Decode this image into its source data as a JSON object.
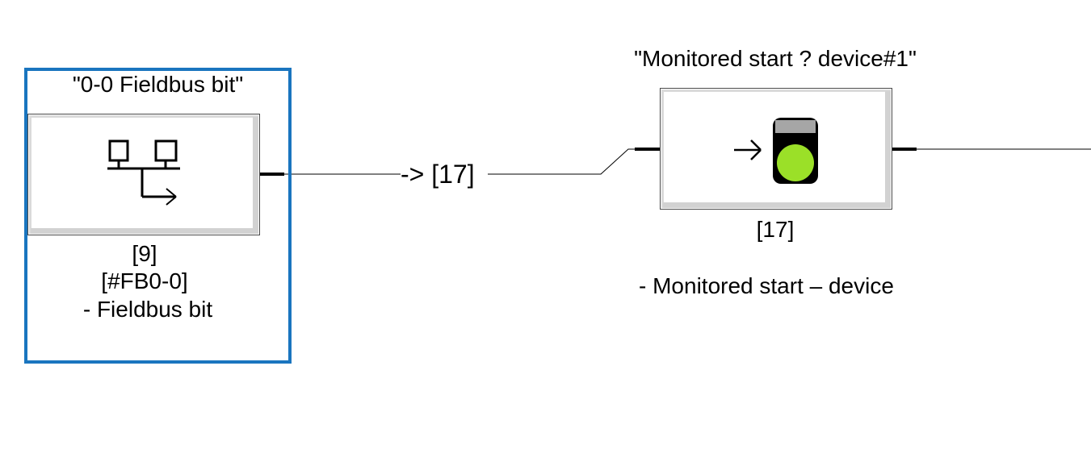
{
  "fieldbus_block": {
    "title": "\"0-0 Fieldbus bit\"",
    "index": "[9]",
    "address": "[#FB0-0]",
    "description": "- Fieldbus bit",
    "icon": "network-icon"
  },
  "connection": {
    "label": "-> [17]"
  },
  "monitored_block": {
    "title": "\"Monitored start ? device#1\"",
    "index": "[17]",
    "description": "- Monitored start – device",
    "icon": "monitored-start-icon",
    "lamp_color": "#9be028"
  },
  "colors": {
    "selection": "#1a75bf"
  }
}
